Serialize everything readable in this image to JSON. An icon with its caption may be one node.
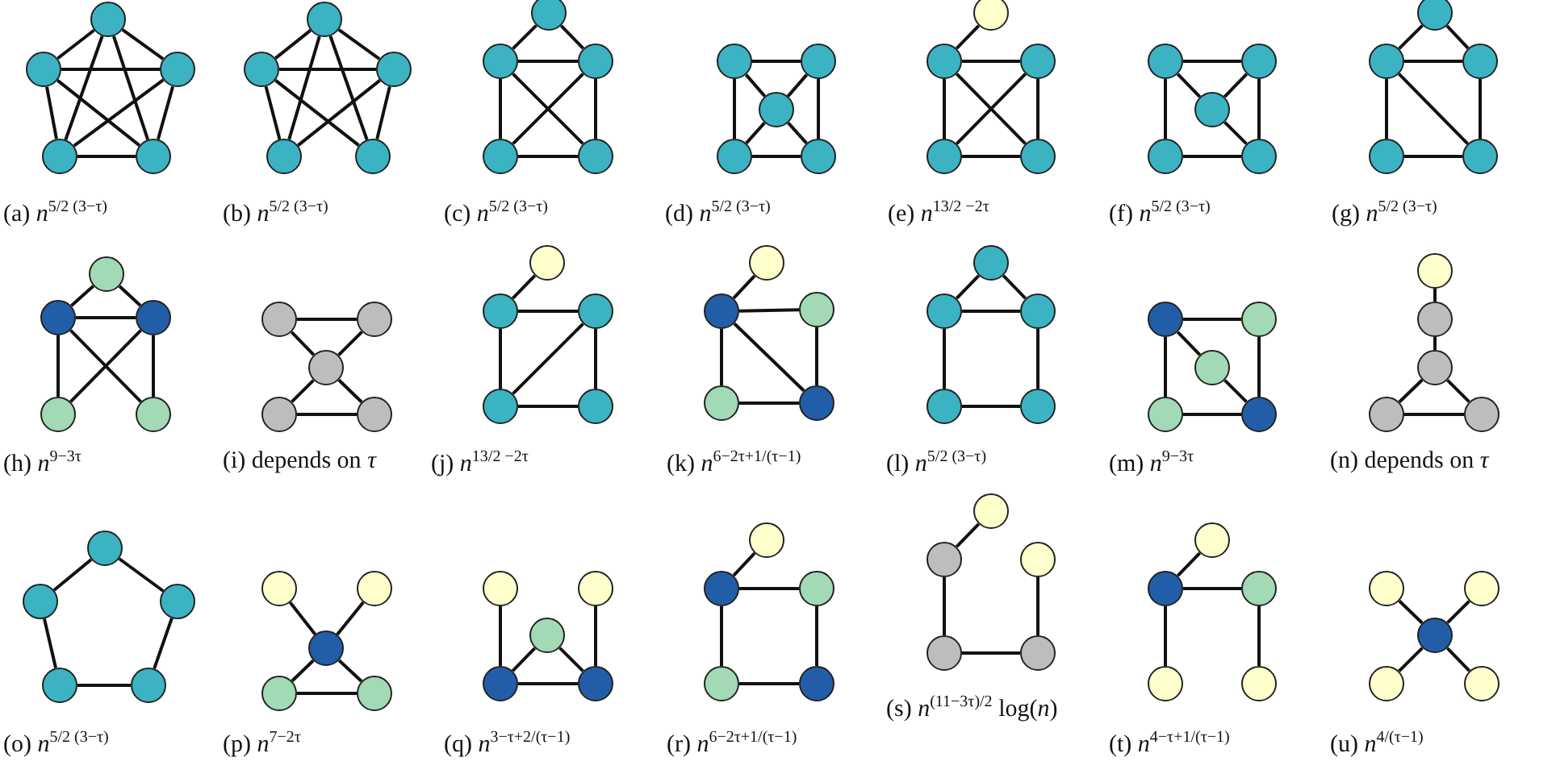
{
  "diagram": {
    "nodes": [
      {
        "text": [],
        "shape": "circle"
      },
      {
        "text": [],
        "shape": "circle"
      },
      {
        "text": [],
        "shape": "circle"
      },
      {
        "text": [],
        "shape": "circle"
      },
      {
        "text": [],
        "shape": "circle"
      },
      {
        "text": [],
        "shape": "circle"
      },
      {
        "text": [],
        "shape": "circle"
      },
      {
        "text": [],
        "shape": "circle"
      },
      {
        "text": [],
        "shape": "circle"
      },
      {
        "text": [],
        "shape": "circle"
      },
      {
        "text": [],
        "shape": "circle"
      },
      {
        "text": [],
        "shape": "circle"
      },
      {
        "text": [],
        "shape": "circle"
      },
      {
        "text": [],
        "shape": "circle"
      },
      {
        "text": [],
        "shape": "circle"
      },
      {
        "text": [],
        "shape": "circle"
      },
      {
        "text": [],
        "shape": "circle"
      },
      {
        "text": [],
        "shape": "circle"
      },
      {
        "text": [],
        "shape": "circle"
      },
      {
        "text": [],
        "shape": "circle"
      },
      {
        "text": [],
        "shape": "circle"
      },
      {
        "text": [],
        "shape": "circle"
      },
      {
        "text": [],
        "shape": "circle"
      },
      {
        "text": [],
        "shape": "circle"
      },
      {
        "text": [],
        "shape": "circle"
      },
      {
        "text": [],
        "shape": "circle"
      },
      {
        "text": [],
        "shape": "circle"
      },
      {
        "text": [],
        "shape": "circle"
      },
      {
        "text": [],
        "shape": "circle"
      },
      {
        "text": [],
        "shape": "circle"
      },
      {
        "text": [],
        "shape": "circle"
      },
      {
        "text": [],
        "shape": "circle"
      },
      {
        "text": [],
        "shape": "circle"
      },
      {
        "text": [],
        "shape": "circle"
      },
      {
        "text": [],
        "shape": "circle"
      },
      {
        "text": [],
        "shape": "circle"
      },
      {
        "text": [],
        "shape": "circle"
      },
      {
        "text": [],
        "shape": "circle"
      },
      {
        "text": [],
        "shape": "circle"
      },
      {
        "text": [],
        "shape": "circle"
      },
      {
        "text": [],
        "shape": "circle"
      },
      {
        "text": [],
        "shape": "circle"
      },
      {
        "text": [],
        "shape": "circle"
      },
      {
        "text": [],
        "shape": "circle"
      },
      {
        "text": [],
        "shape": "circle"
      },
      {
        "text": [],
        "shape": "circle"
      },
      {
        "text": [],
        "shape": "circle"
      },
      {
        "text": [],
        "shape": "circle"
      },
      {
        "text": [],
        "shape": "circle"
      },
      {
        "text": [],
        "shape": "circle"
      },
      {
        "text": [],
        "shape": "circle"
      },
      {
        "text": [],
        "shape": "circle"
      },
      {
        "text": [],
        "shape": "circle"
      },
      {
        "text": [],
        "shape": "circle"
      },
      {
        "text": [],
        "shape": "circle"
      },
      {
        "text": [],
        "shape": "circle"
      },
      {
        "text": [],
        "shape": "circle"
      },
      {
        "text": [],
        "shape": "circle"
      },
      {
        "text": [],
        "shape": "circle"
      },
      {
        "text": [],
        "shape": "circle"
      },
      {
        "text": [],
        "shape": "circle"
      },
      {
        "text": [],
        "shape": "circle"
      },
      {
        "text": [],
        "shape": "circle"
      },
      {
        "text": [],
        "shape": "circle"
      },
      {
        "text": [],
        "shape": "circle"
      },
      {
        "text": [],
        "shape": "circle"
      },
      {
        "text": [],
        "shape": "circle"
      },
      {
        "text": [],
        "shape": "circle"
      },
      {
        "text": [],
        "shape": "circle"
      },
      {
        "text": [],
        "shape": "circle"
      },
      {
        "text": [],
        "shape": "circle"
      },
      {
        "text": [],
        "shape": "circle"
      },
      {
        "text": [],
        "shape": "circle"
      },
      {
        "text": [],
        "shape": "circle"
      },
      {
        "text": [],
        "shape": "circle"
      },
      {
        "text": [],
        "shape": "circle"
      },
      {
        "text": [],
        "shape": "circle"
      },
      {
        "text": [],
        "shape": "circle"
      },
      {
        "text": [],
        "shape": "circle"
      },
      {
        "text": [],
        "shape": "circle"
      },
      {
        "text": [],
        "shape": "circle"
      },
      {
        "text": [],
        "shape": "circle"
      },
      {
        "text": [],
        "shape": "circle"
      },
      {
        "text": [],
        "shape": "circle"
      },
      {
        "text": [],
        "shape": "circle"
      },
      {
        "text": [],
        "shape": "circle"
      },
      {
        "text": [],
        "shape": "circle"
      },
      {
        "text": [],
        "shape": "circle"
      },
      {
        "text": [],
        "shape": "circle"
      },
      {
        "text": [],
        "shape": "circle"
      },
      {
        "text": [],
        "shape": "circle"
      },
      {
        "text": [],
        "shape": "circle"
      },
      {
        "text": [],
        "shape": "circle"
      },
      {
        "text": [],
        "shape": "circle"
      },
      {
        "text": [],
        "shape": "circle"
      },
      {
        "text": [],
        "shape": "circle"
      },
      {
        "text": [],
        "shape": "circle"
      },
      {
        "text": [],
        "shape": "circle"
      },
      {
        "text": [],
        "shape": "circle"
      },
      {
        "text": [],
        "shape": "circle"
      },
      {
        "text": [],
        "shape": "circle"
      },
      {
        "text": [],
        "shape": "circle"
      },
      {
        "text": [],
        "shape": "circle"
      },
      {
        "text": [],
        "shape": "circle"
      },
      {
        "text": [],
        "shape": "circle"
      }
    ],
    "edges": [
      {
        "from": 0,
        "to": 1,
        "arrow": "none"
      },
      {
        "from": 0,
        "to": 2,
        "arrow": "none"
      },
      {
        "from": 0,
        "to": 3,
        "arrow": "none"
      },
      {
        "from": 0,
        "to": 4,
        "arrow": "none"
      },
      {
        "from": 1,
        "to": 2,
        "arrow": "none"
      },
      {
        "from": 1,
        "to": 3,
        "arrow": "none"
      },
      {
        "from": 1,
        "to": 4,
        "arrow": "none"
      },
      {
        "from": 2,
        "to": 3,
        "arrow": "none"
      },
      {
        "from": 2,
        "to": 4,
        "arrow": "none"
      },
      {
        "from": 3,
        "to": 4,
        "arrow": "none"
      },
      {
        "from": 5,
        "to": 6,
        "arrow": "none"
      },
      {
        "from": 5,
        "to": 7,
        "arrow": "none"
      },
      {
        "from": 5,
        "to": 8,
        "arrow": "none"
      },
      {
        "from": 5,
        "to": 9,
        "arrow": "none"
      },
      {
        "from": 6,
        "to": 7,
        "arrow": "none"
      },
      {
        "from": 6,
        "to": 8,
        "arrow": "none"
      },
      {
        "from": 6,
        "to": 9,
        "arrow": "none"
      },
      {
        "from": 7,
        "to": 8,
        "arrow": "none"
      },
      {
        "from": 7,
        "to": 9,
        "arrow": "none"
      },
      {
        "from": 10,
        "to": 11,
        "arrow": "none"
      },
      {
        "from": 10,
        "to": 12,
        "arrow": "none"
      },
      {
        "from": 11,
        "to": 12,
        "arrow": "none"
      },
      {
        "from": 11,
        "to": 13,
        "arrow": "none"
      },
      {
        "from": 11,
        "to": 14,
        "arrow": "none"
      },
      {
        "from": 12,
        "to": 13,
        "arrow": "none"
      },
      {
        "from": 12,
        "to": 14,
        "arrow": "none"
      },
      {
        "from": 13,
        "to": 14,
        "arrow": "none"
      },
      {
        "from": 15,
        "to": 16,
        "arrow": "none"
      },
      {
        "from": 15,
        "to": 18,
        "arrow": "none"
      },
      {
        "from": 16,
        "to": 19,
        "arrow": "none"
      },
      {
        "from": 18,
        "to": 19,
        "arrow": "none"
      },
      {
        "from": 15,
        "to": 17,
        "arrow": "none"
      },
      {
        "from": 16,
        "to": 17,
        "arrow": "none"
      },
      {
        "from": 17,
        "to": 18,
        "arrow": "none"
      },
      {
        "from": 17,
        "to": 19,
        "arrow": "none"
      },
      {
        "from": 20,
        "to": 21,
        "arrow": "none"
      },
      {
        "from": 21,
        "to": 22,
        "arrow": "none"
      },
      {
        "from": 21,
        "to": 23,
        "arrow": "none"
      },
      {
        "from": 21,
        "to": 24,
        "arrow": "none"
      },
      {
        "from": 22,
        "to": 23,
        "arrow": "none"
      },
      {
        "from": 22,
        "to": 24,
        "arrow": "none"
      },
      {
        "from": 23,
        "to": 24,
        "arrow": "none"
      },
      {
        "from": 25,
        "to": 26,
        "arrow": "none"
      },
      {
        "from": 25,
        "to": 28,
        "arrow": "none"
      },
      {
        "from": 26,
        "to": 29,
        "arrow": "none"
      },
      {
        "from": 28,
        "to": 29,
        "arrow": "none"
      },
      {
        "from": 25,
        "to": 27,
        "arrow": "none"
      },
      {
        "from": 26,
        "to": 27,
        "arrow": "none"
      },
      {
        "from": 27,
        "to": 29,
        "arrow": "none"
      },
      {
        "from": 30,
        "to": 31,
        "arrow": "none"
      },
      {
        "from": 30,
        "to": 32,
        "arrow": "none"
      },
      {
        "from": 31,
        "to": 32,
        "arrow": "none"
      },
      {
        "from": 31,
        "to": 33,
        "arrow": "none"
      },
      {
        "from": 31,
        "to": 34,
        "arrow": "none"
      },
      {
        "from": 32,
        "to": 34,
        "arrow": "none"
      },
      {
        "from": 33,
        "to": 34,
        "arrow": "none"
      },
      {
        "from": 35,
        "to": 36,
        "arrow": "none"
      },
      {
        "from": 35,
        "to": 37,
        "arrow": "none"
      },
      {
        "from": 36,
        "to": 37,
        "arrow": "none"
      },
      {
        "from": 36,
        "to": 38,
        "arrow": "none"
      },
      {
        "from": 36,
        "to": 39,
        "arrow": "none"
      },
      {
        "from": 37,
        "to": 38,
        "arrow": "none"
      },
      {
        "from": 37,
        "to": 39,
        "arrow": "none"
      },
      {
        "from": 40,
        "to": 41,
        "arrow": "none"
      },
      {
        "from": 40,
        "to": 42,
        "arrow": "none"
      },
      {
        "from": 41,
        "to": 42,
        "arrow": "none"
      },
      {
        "from": 42,
        "to": 43,
        "arrow": "none"
      },
      {
        "from": 42,
        "to": 44,
        "arrow": "none"
      },
      {
        "from": 43,
        "to": 44,
        "arrow": "none"
      },
      {
        "from": 45,
        "to": 46,
        "arrow": "none"
      },
      {
        "from": 46,
        "to": 47,
        "arrow": "none"
      },
      {
        "from": 46,
        "to": 48,
        "arrow": "none"
      },
      {
        "from": 47,
        "to": 48,
        "arrow": "none"
      },
      {
        "from": 47,
        "to": 49,
        "arrow": "none"
      },
      {
        "from": 48,
        "to": 49,
        "arrow": "none"
      },
      {
        "from": 50,
        "to": 51,
        "arrow": "none"
      },
      {
        "from": 51,
        "to": 52,
        "arrow": "none"
      },
      {
        "from": 51,
        "to": 53,
        "arrow": "none"
      },
      {
        "from": 51,
        "to": 54,
        "arrow": "none"
      },
      {
        "from": 52,
        "to": 54,
        "arrow": "none"
      },
      {
        "from": 53,
        "to": 54,
        "arrow": "none"
      },
      {
        "from": 55,
        "to": 56,
        "arrow": "none"
      },
      {
        "from": 55,
        "to": 57,
        "arrow": "none"
      },
      {
        "from": 56,
        "to": 57,
        "arrow": "none"
      },
      {
        "from": 56,
        "to": 58,
        "arrow": "none"
      },
      {
        "from": 57,
        "to": 59,
        "arrow": "none"
      },
      {
        "from": 58,
        "to": 59,
        "arrow": "none"
      },
      {
        "from": 60,
        "to": 61,
        "arrow": "none"
      },
      {
        "from": 60,
        "to": 63,
        "arrow": "none"
      },
      {
        "from": 61,
        "to": 64,
        "arrow": "none"
      },
      {
        "from": 63,
        "to": 64,
        "arrow": "none"
      },
      {
        "from": 60,
        "to": 62,
        "arrow": "none"
      },
      {
        "from": 62,
        "to": 64,
        "arrow": "none"
      },
      {
        "from": 65,
        "to": 66,
        "arrow": "none"
      },
      {
        "from": 66,
        "to": 67,
        "arrow": "none"
      },
      {
        "from": 67,
        "to": 68,
        "arrow": "none"
      },
      {
        "from": 67,
        "to": 69,
        "arrow": "none"
      },
      {
        "from": 68,
        "to": 69,
        "arrow": "none"
      },
      {
        "from": 70,
        "to": 71,
        "arrow": "none"
      },
      {
        "from": 70,
        "to": 72,
        "arrow": "none"
      },
      {
        "from": 71,
        "to": 73,
        "arrow": "none"
      },
      {
        "from": 72,
        "to": 74,
        "arrow": "none"
      },
      {
        "from": 73,
        "to": 74,
        "arrow": "none"
      },
      {
        "from": 75,
        "to": 77,
        "arrow": "none"
      },
      {
        "from": 76,
        "to": 77,
        "arrow": "none"
      },
      {
        "from": 77,
        "to": 78,
        "arrow": "none"
      },
      {
        "from": 77,
        "to": 79,
        "arrow": "none"
      },
      {
        "from": 78,
        "to": 79,
        "arrow": "none"
      },
      {
        "from": 80,
        "to": 83,
        "arrow": "none"
      },
      {
        "from": 81,
        "to": 84,
        "arrow": "none"
      },
      {
        "from": 82,
        "to": 83,
        "arrow": "none"
      },
      {
        "from": 82,
        "to": 84,
        "arrow": "none"
      },
      {
        "from": 83,
        "to": 84,
        "arrow": "none"
      },
      {
        "from": 85,
        "to": 86,
        "arrow": "none"
      },
      {
        "from": 86,
        "to": 87,
        "arrow": "none"
      },
      {
        "from": 86,
        "to": 88,
        "arrow": "none"
      },
      {
        "from": 87,
        "to": 89,
        "arrow": "none"
      },
      {
        "from": 88,
        "to": 89,
        "arrow": "none"
      },
      {
        "from": 90,
        "to": 91,
        "arrow": "none"
      },
      {
        "from": 91,
        "to": 93,
        "arrow": "none"
      },
      {
        "from": 92,
        "to": 94,
        "arrow": "none"
      },
      {
        "from": 93,
        "to": 94,
        "arrow": "none"
      },
      {
        "from": 95,
        "to": 96,
        "arrow": "none"
      },
      {
        "from": 96,
        "to": 97,
        "arrow": "none"
      },
      {
        "from": 96,
        "to": 98,
        "arrow": "none"
      },
      {
        "from": 97,
        "to": 99,
        "arrow": "none"
      },
      {
        "from": 100,
        "to": 102,
        "arrow": "none"
      },
      {
        "from": 101,
        "to": 102,
        "arrow": "none"
      },
      {
        "from": 102,
        "to": 103,
        "arrow": "none"
      },
      {
        "from": 102,
        "to": 104,
        "arrow": "none"
      }
    ],
    "labels": [
      "(a) *n*$^{5/2 (3−τ)}$",
      "(b) *n*$^{5/2 (3−τ)}$",
      "(c) *n*$^{5/2 (3−τ)}$",
      "(d) *n*$^{5/2 (3−τ)}$",
      "(e) *n*$^{13/2 −2τ}$",
      "(f) *n*$^{5/2 (3−τ)}$",
      "(g) *n*$^{5/2 (3−τ)}$",
      "(h) *n*$^{9−3τ}$",
      "(i) depends on *τ*",
      "(j) *n*$^{13/2 −2τ}$",
      "(k) *n*$^{6−2τ+1/(τ−1)}$",
      "(l) *n*$^{5/2 (3−τ)}$",
      "(m) *n*$^{9−3τ}$",
      "(n) depends on *τ*",
      "(o) *n*$^{5/2 (3−τ)}$",
      "(p) *n*$^{7−2τ}$",
      "(q) *n*$^{3−τ+2/(τ−1)}$",
      "(r) *n*$^{6−2τ+1/(τ−1)}$",
      "(s) *n*$^{(11−3τ)/2}$ log(*n*)",
      "(t) *n*$^{4−τ+1/(τ−1)}$",
      "(u) *n*$^{4/(τ−1)}$"
    ]
  }
}
